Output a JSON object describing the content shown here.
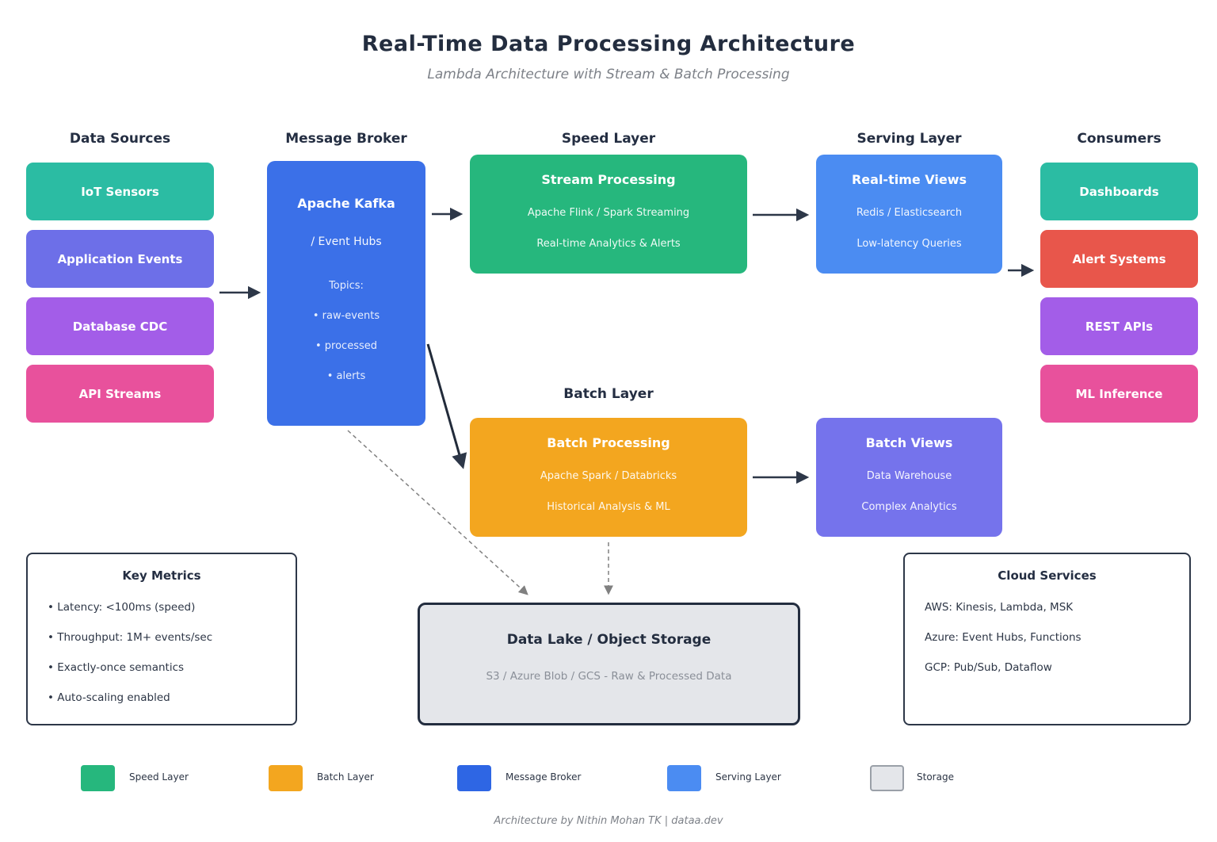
{
  "title": "Real-Time Data Processing Architecture",
  "subtitle": "Lambda Architecture with Stream & Batch Processing",
  "colors": {
    "arrow": "#2d3748",
    "dashed_arrow": "#808080"
  },
  "columns": {
    "data_sources": {
      "header": "Data Sources",
      "items": [
        {
          "label": "IoT Sensors",
          "color": "#2bbca3"
        },
        {
          "label": "Application Events",
          "color": "#6d6fe8"
        },
        {
          "label": "Database CDC",
          "color": "#a35de8"
        },
        {
          "label": "API Streams",
          "color": "#e8519c"
        }
      ]
    },
    "message_broker": {
      "header": "Message Broker",
      "box": {
        "title": "Apache Kafka",
        "subtitle": "/ Event Hubs",
        "topics_label": "Topics:",
        "topics": [
          "• raw-events",
          "• processed",
          "• alerts"
        ],
        "color": "#3b70e8"
      }
    },
    "speed_layer": {
      "header": "Speed Layer",
      "box": {
        "title": "Stream Processing",
        "line1": "Apache Flink / Spark Streaming",
        "line2": "Real-time Analytics & Alerts",
        "color": "#26b77d"
      }
    },
    "batch_layer": {
      "header": "Batch Layer",
      "box": {
        "title": "Batch Processing",
        "line1": "Apache Spark / Databricks",
        "line2": "Historical Analysis & ML",
        "color": "#f3a61f"
      }
    },
    "serving_layer": {
      "header": "Serving Layer",
      "realtime_box": {
        "title": "Real-time Views",
        "line1": "Redis / Elasticsearch",
        "line2": "Low-latency Queries",
        "color": "#4b8cf2"
      },
      "batch_box": {
        "title": "Batch Views",
        "line1": "Data Warehouse",
        "line2": "Complex Analytics",
        "color": "#7573ec"
      }
    },
    "consumers": {
      "header": "Consumers",
      "items": [
        {
          "label": "Dashboards",
          "color": "#2bbca3"
        },
        {
          "label": "Alert Systems",
          "color": "#e8564b"
        },
        {
          "label": "REST APIs",
          "color": "#a35de8"
        },
        {
          "label": "ML Inference",
          "color": "#e8519c"
        }
      ]
    }
  },
  "key_metrics": {
    "title": "Key Metrics",
    "items": [
      "• Latency: <100ms (speed)",
      "• Throughput: 1M+ events/sec",
      "• Exactly-once semantics",
      "• Auto-scaling enabled"
    ]
  },
  "data_lake": {
    "title": "Data Lake / Object Storage",
    "subtitle": "S3 / Azure Blob / GCS - Raw & Processed Data",
    "color": "#e4e6ea"
  },
  "cloud_services": {
    "title": "Cloud Services",
    "items": [
      "AWS: Kinesis, Lambda, MSK",
      "Azure: Event Hubs, Functions",
      "GCP: Pub/Sub, Dataflow"
    ]
  },
  "legend": [
    {
      "label": "Speed Layer",
      "color": "#26b77d"
    },
    {
      "label": "Batch Layer",
      "color": "#f3a61f"
    },
    {
      "label": "Message Broker",
      "color": "#2e66e4"
    },
    {
      "label": "Serving Layer",
      "color": "#4b8cf2"
    },
    {
      "label": "Storage",
      "color": "#e4e6ea"
    }
  ],
  "footer": "Architecture by Nithin Mohan TK | dataa.dev"
}
